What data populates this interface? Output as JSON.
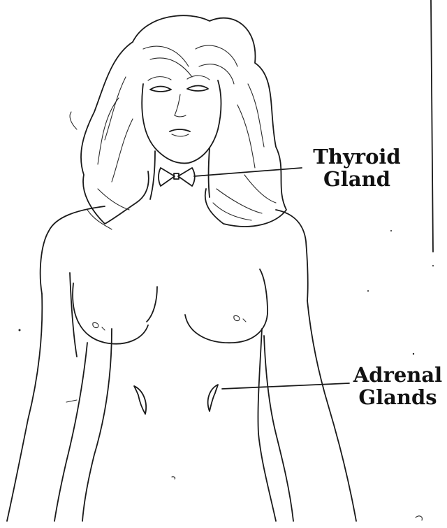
{
  "labels": {
    "thyroid_line1": "Thyroid",
    "thyroid_line2": "Gland",
    "adrenal_line1": "Adrenal",
    "adrenal_line2": "Glands"
  },
  "colors": {
    "ink": "#1a1a1a",
    "background": "#ffffff"
  }
}
